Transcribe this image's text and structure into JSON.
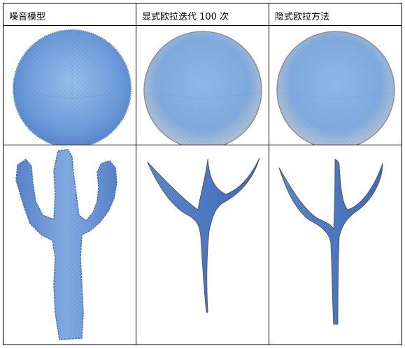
{
  "table": {
    "headers": [
      "噪音模型",
      "显式欧拉迭代 100 次",
      "隐式欧拉方法"
    ]
  }
}
